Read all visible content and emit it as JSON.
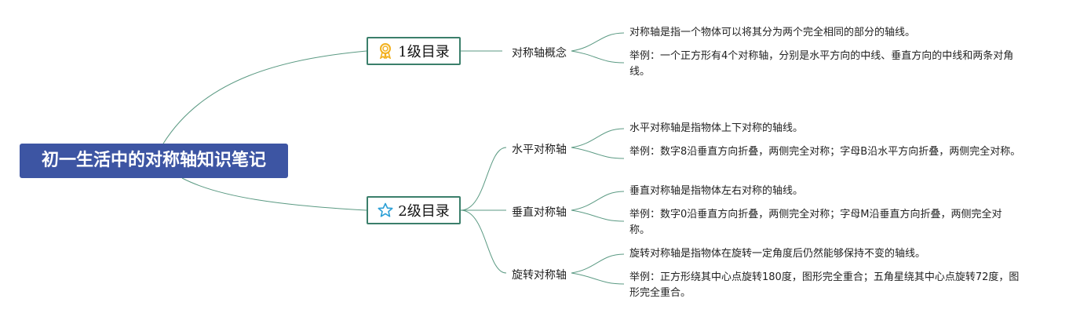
{
  "root": {
    "title": "初一生活中的对称轴知识笔记"
  },
  "branches": [
    {
      "label": "1级目录",
      "icon": "award-ribbon-icon",
      "topics": [
        {
          "label": "对称轴概念",
          "leaves": [
            "对称轴是指一个物体可以将其分为两个完全相同的部分的轴线。",
            "举例：一个正方形有4个对称轴，分别是水平方向的中线、垂直方向的中线和两条对角线。"
          ]
        }
      ]
    },
    {
      "label": "2级目录",
      "icon": "star-outline-icon",
      "topics": [
        {
          "label": "水平对称轴",
          "leaves": [
            "水平对称轴是指物体上下对称的轴线。",
            "举例：数字8沿垂直方向折叠，两侧完全对称；字母B沿水平方向折叠，两侧完全对称。"
          ]
        },
        {
          "label": "垂直对称轴",
          "leaves": [
            "垂直对称轴是指物体左右对称的轴线。",
            "举例：数字0沿垂直方向折叠，两侧完全对称；字母M沿垂直方向折叠，两侧完全对称。"
          ]
        },
        {
          "label": "旋转对称轴",
          "leaves": [
            "旋转对称轴是指物体在旋转一定角度后仍然能够保持不变的轴线。",
            "举例：正方形绕其中心点旋转180度，图形完全重合；五角星绕其中心点旋转72度，图形完全重合。"
          ]
        }
      ]
    }
  ],
  "colors": {
    "root_fill": "#3d55a3",
    "branch_border": "#3b7f6b",
    "connector": "#5b9a83",
    "icon_gold": "#f2b01e",
    "icon_blue": "#2a9fd6"
  }
}
